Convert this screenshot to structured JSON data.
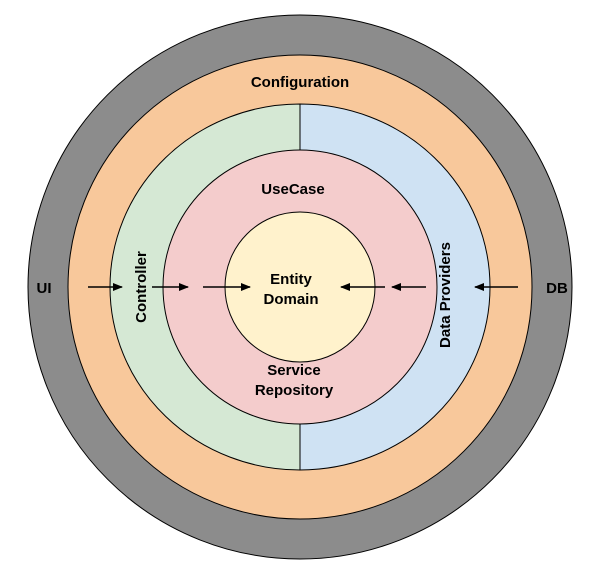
{
  "labels": {
    "configuration": "Configuration",
    "usecase": "UseCase",
    "entity": "Entity",
    "domain": "Domain",
    "service": "Service",
    "repository": "Repository",
    "controller": "Controller",
    "data_providers": "Data Providers",
    "ui": "UI",
    "db": "DB"
  },
  "colors": {
    "outer_ring": "#8c8c8c",
    "configuration_ring": "#f8c89b",
    "controller_half": "#d5e8d4",
    "data_providers_half": "#cfe2f3",
    "usecase_ring": "#f4cccc",
    "core": "#fff2cc",
    "stroke": "#000000"
  }
}
